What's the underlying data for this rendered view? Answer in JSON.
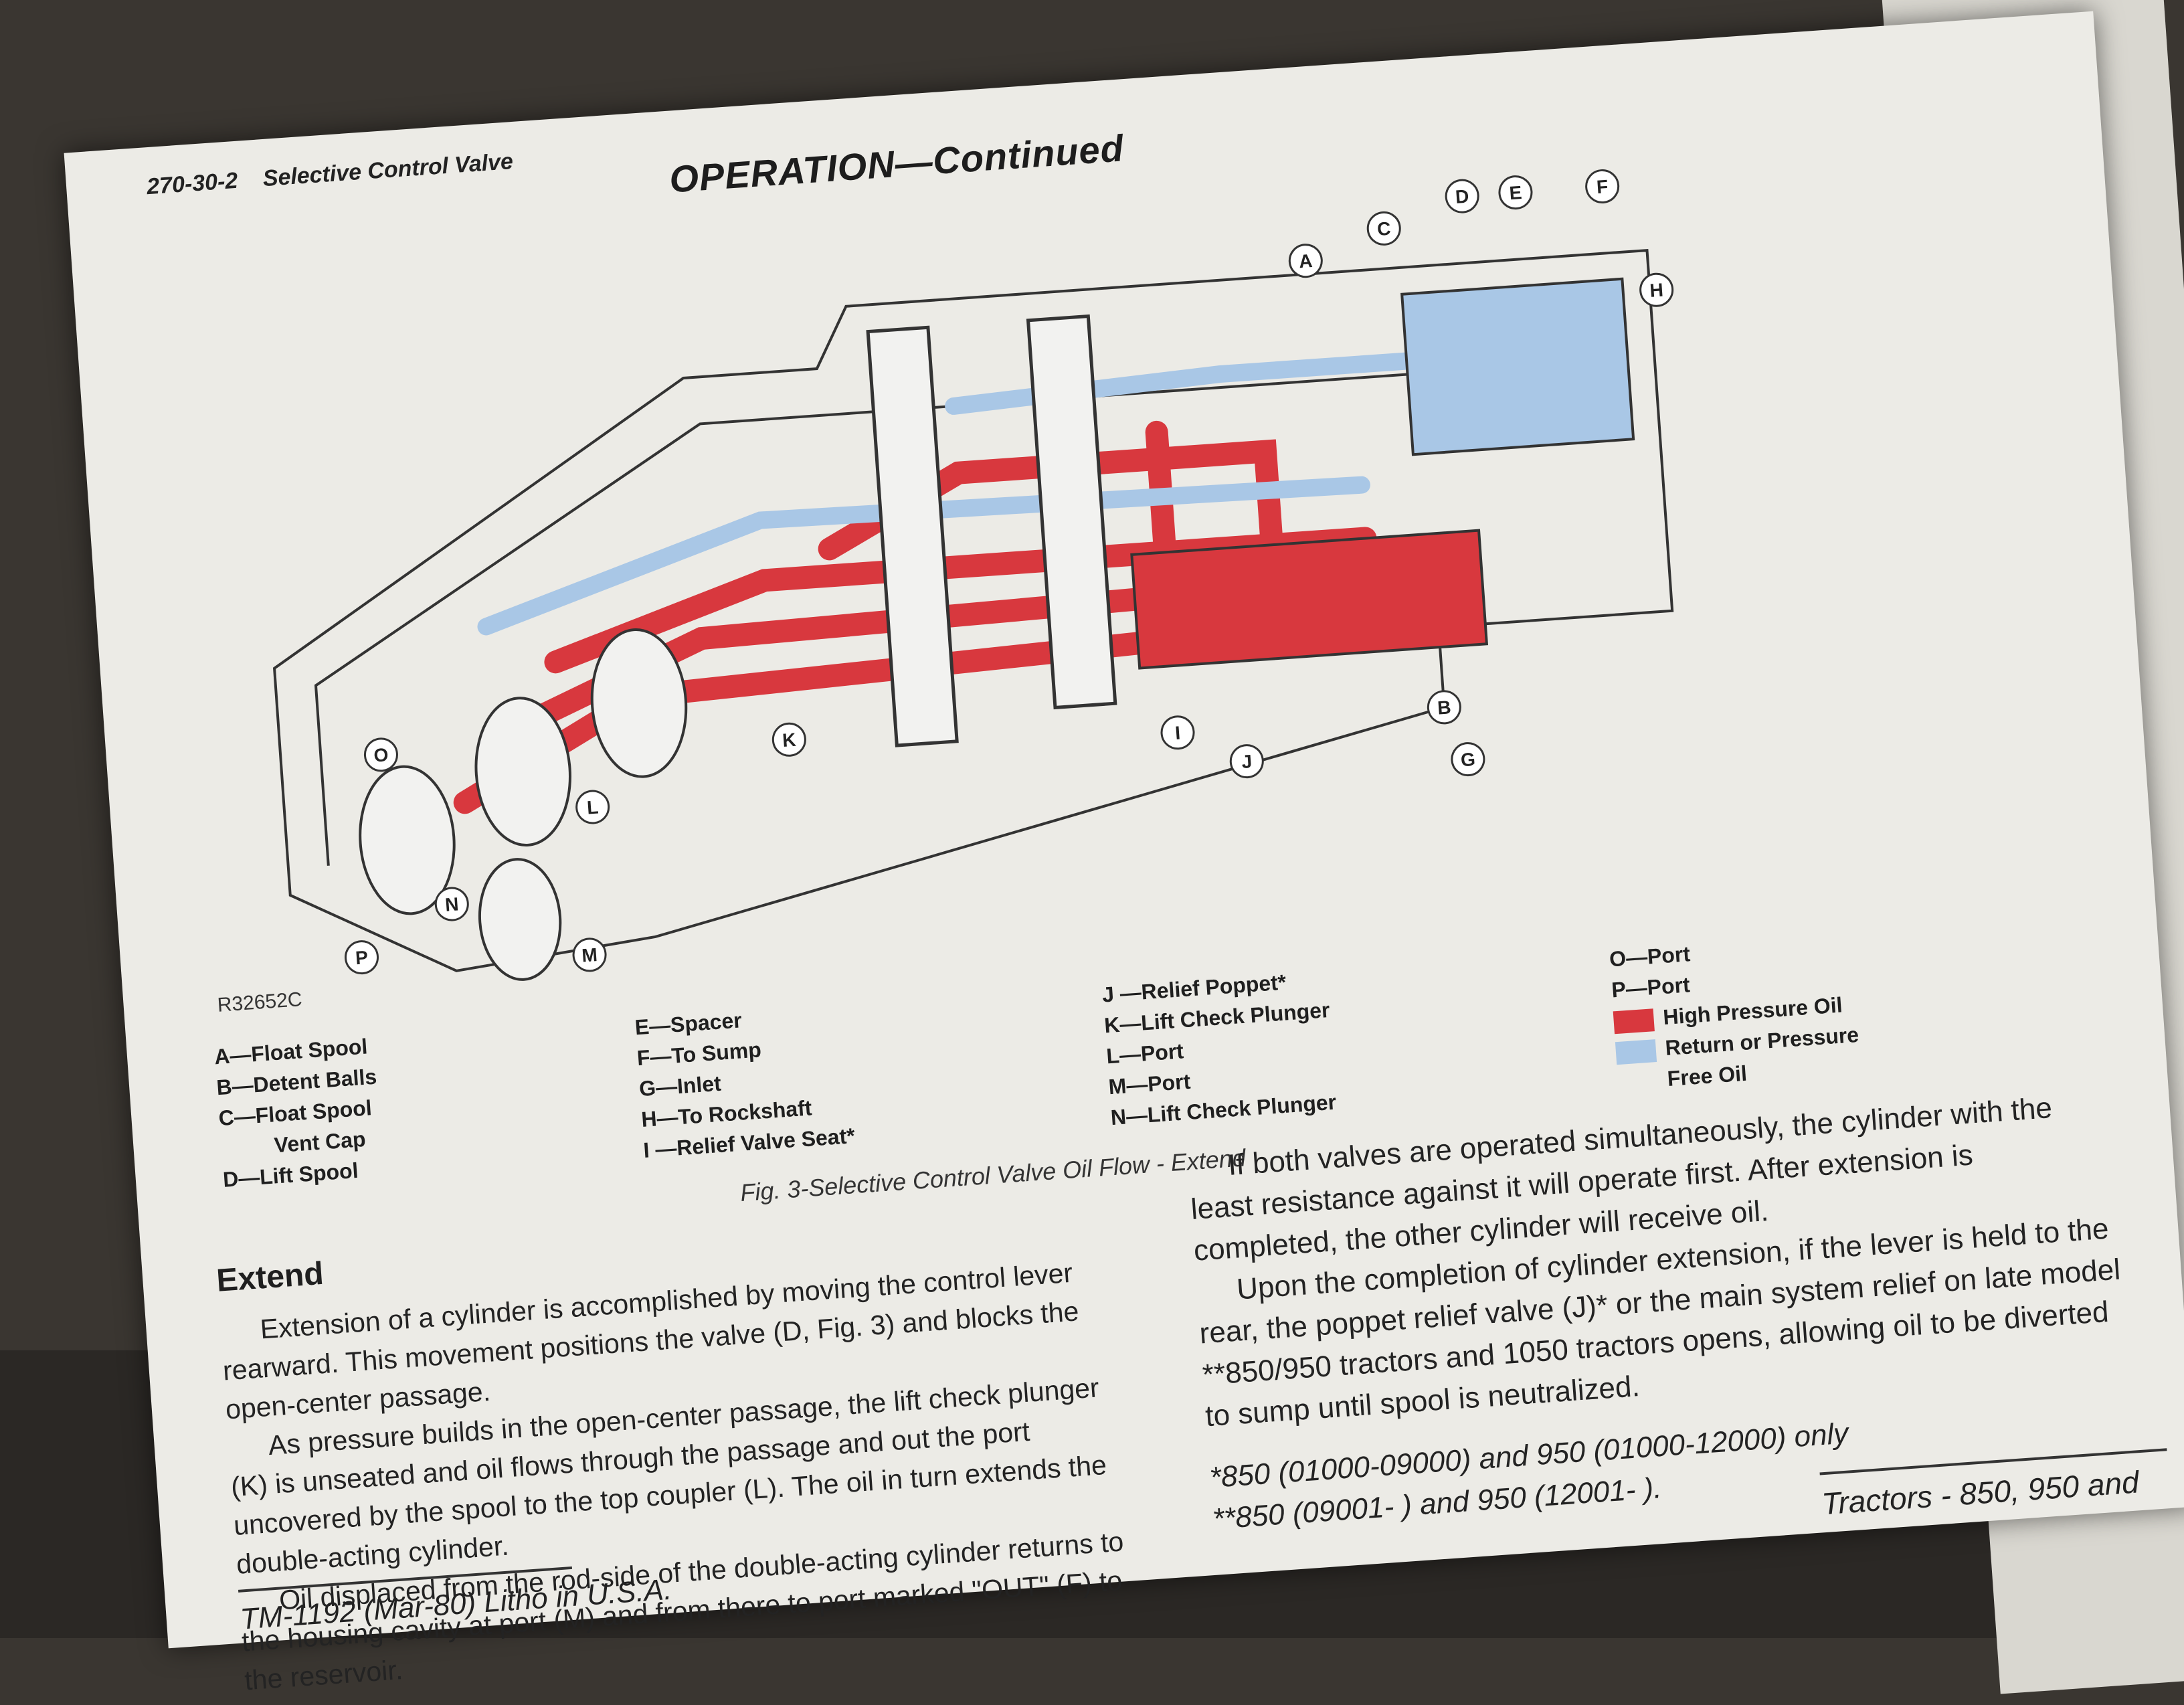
{
  "header": {
    "page_code": "270-30-2",
    "section_name": "Selective Control Valve",
    "title": "OPERATION—Continued"
  },
  "figure": {
    "code": "R32652C",
    "caption": "Fig. 3-Selective Control Valve Oil Flow - Extend",
    "colors": {
      "high_pressure": "#d8383e",
      "return_pressure": "#a9c7e6"
    },
    "callouts": [
      "A",
      "B",
      "C",
      "D",
      "E",
      "F",
      "G",
      "H",
      "I",
      "J",
      "K",
      "L",
      "M",
      "N",
      "O",
      "P"
    ]
  },
  "legend": {
    "col1": [
      "A—Float Spool",
      "B—Detent Balls",
      "C—Float Spool",
      "Vent Cap",
      "D—Lift Spool"
    ],
    "col2": [
      "E—Spacer",
      "F—To Sump",
      "G—Inlet",
      "H—To Rockshaft",
      "I —Relief Valve Seat*"
    ],
    "col3": [
      "J —Relief Poppet*",
      "K—Lift Check Plunger",
      "L—Port",
      "M—Port",
      "N—Lift Check Plunger"
    ],
    "col4": [
      "O—Port",
      "P—Port"
    ],
    "colors": [
      {
        "label": "High Pressure Oil"
      },
      {
        "label": "Return or Pressure"
      },
      {
        "label": "Free Oil"
      }
    ]
  },
  "body": {
    "section_heading": "Extend",
    "left_paragraphs": [
      "Extension of a cylinder is accomplished by moving the control lever rearward. This movement positions the valve (D, Fig. 3) and blocks the open-center passage.",
      "As pressure builds in the open-center passage, the lift check plunger (K) is unseated and oil flows through the passage and out the port uncovered by the spool to the top coupler (L). The oil in turn extends the double-acting cylinder.",
      "Oil displaced from the rod-side of the double-acting cylinder returns to the housing cavity at port (M) and from there to port marked \"OUT\" (F) to the reservoir."
    ],
    "right_paragraphs": [
      "If both valves are operated simultaneously, the cylinder with the least resistance against it will operate first. After extension is completed, the other cylinder will receive oil.",
      "Upon the completion of cylinder extension, if the lever is held to the rear, the poppet relief valve (J)* or the main system relief on late model **850/950 tractors and 1050 tractors opens, allowing oil to be diverted to sump until spool is neutralized."
    ],
    "notes": [
      "*850 (01000-09000) and 950 (01000-12000) only",
      "**850 (09001- ) and 950 (12001- )."
    ]
  },
  "footer": {
    "left": "TM-1192 (Mar-80) Litho in U.S.A.",
    "right": "Tractors - 850, 950 and"
  }
}
